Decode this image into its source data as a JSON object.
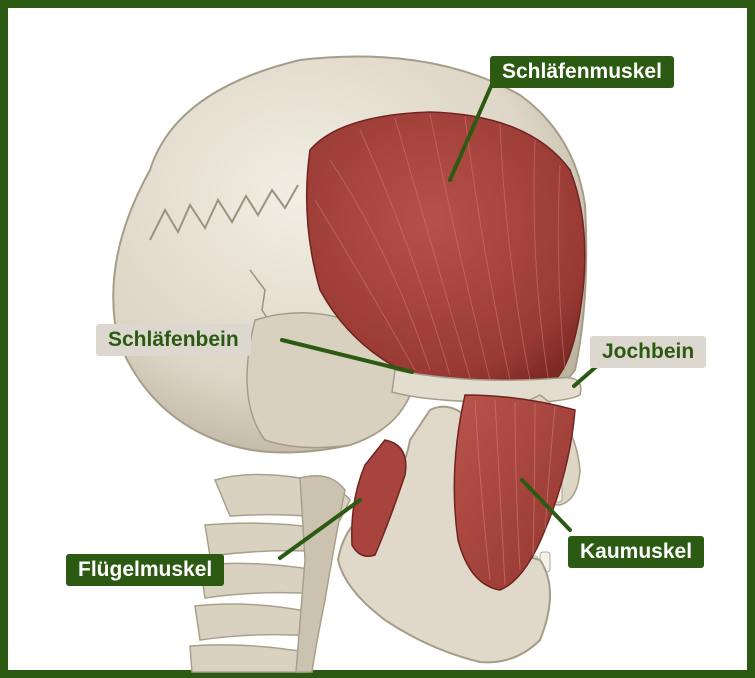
{
  "colors": {
    "frame": "#2d5a12",
    "label_dark_bg": "#2d5a12",
    "label_light_bg": "#dcd8cf",
    "bone": "#e6e0d2",
    "muscle": "#a8433d"
  },
  "labels": {
    "temporalis": "Schläfenmuskel",
    "temporal_bone": "Schläfenbein",
    "zygomatic": "Jochbein",
    "pterygoid": "Flügelmuskel",
    "masseter": "Kaumuskel"
  }
}
